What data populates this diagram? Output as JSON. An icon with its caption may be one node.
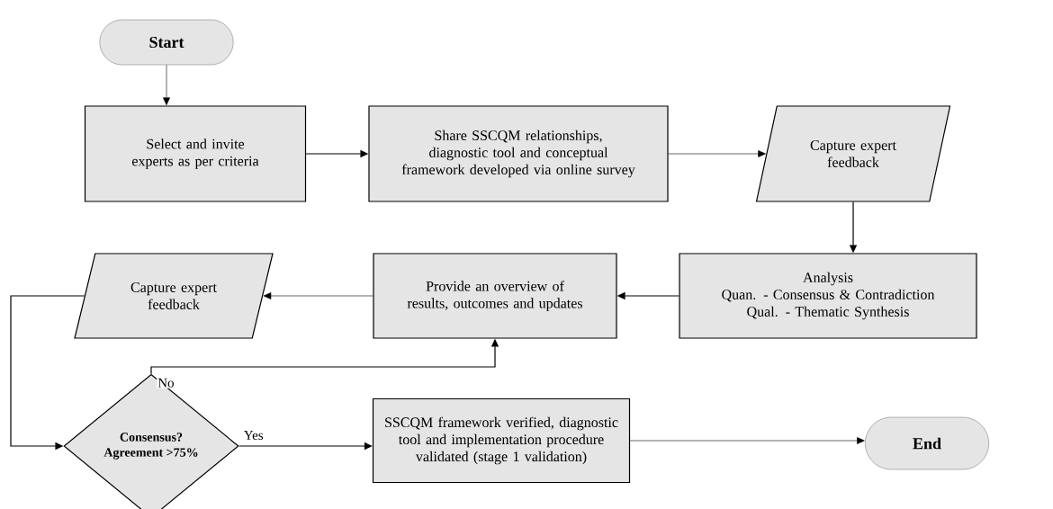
{
  "diagram": {
    "nodes": [
      {
        "text": [
          "Start"
        ]
      },
      {
        "text": [
          "Select and invite experts as per criteria"
        ]
      },
      {
        "text": [
          "Share SSCQM relationships, diagnostic tool and conceptual framework developed via online survey"
        ]
      },
      {
        "text": [
          "Capture expert feedback"
        ]
      },
      {
        "text": [
          "Analysis",
          "Quan. - Consensus & Contradiction",
          "Qual. - Thematic Synthesis"
        ]
      },
      {
        "text": [
          "Provide an overview of results, outcomes and updates"
        ]
      },
      {
        "text": [
          "Capture expert feedback"
        ]
      },
      {
        "text": [
          "Consensus? Agreement >75%"
        ]
      },
      {
        "text": [
          "SSCQM framework verified, diagnostic tool and implementation procedure validated (stage 1 validation)"
        ]
      },
      {
        "text": [
          "End"
        ]
      }
    ],
    "edges": [
      {
        "from": 0,
        "to": 1,
        "arrow": "to"
      },
      {
        "from": 1,
        "to": 2,
        "arrow": "to"
      },
      {
        "from": 2,
        "to": 3,
        "arrow": "to"
      },
      {
        "from": 3,
        "to": 4,
        "arrow": "to"
      },
      {
        "from": 4,
        "to": 5,
        "arrow": "to"
      },
      {
        "from": 5,
        "to": 6,
        "arrow": "to"
      },
      {
        "from": 6,
        "to": 7,
        "arrow": "to"
      },
      {
        "from": 7,
        "to": 5,
        "arrow": "to",
        "label": "No"
      },
      {
        "from": 7,
        "to": 8,
        "arrow": "to",
        "label": "Yes"
      },
      {
        "from": 8,
        "to": 9,
        "arrow": "to"
      }
    ]
  }
}
